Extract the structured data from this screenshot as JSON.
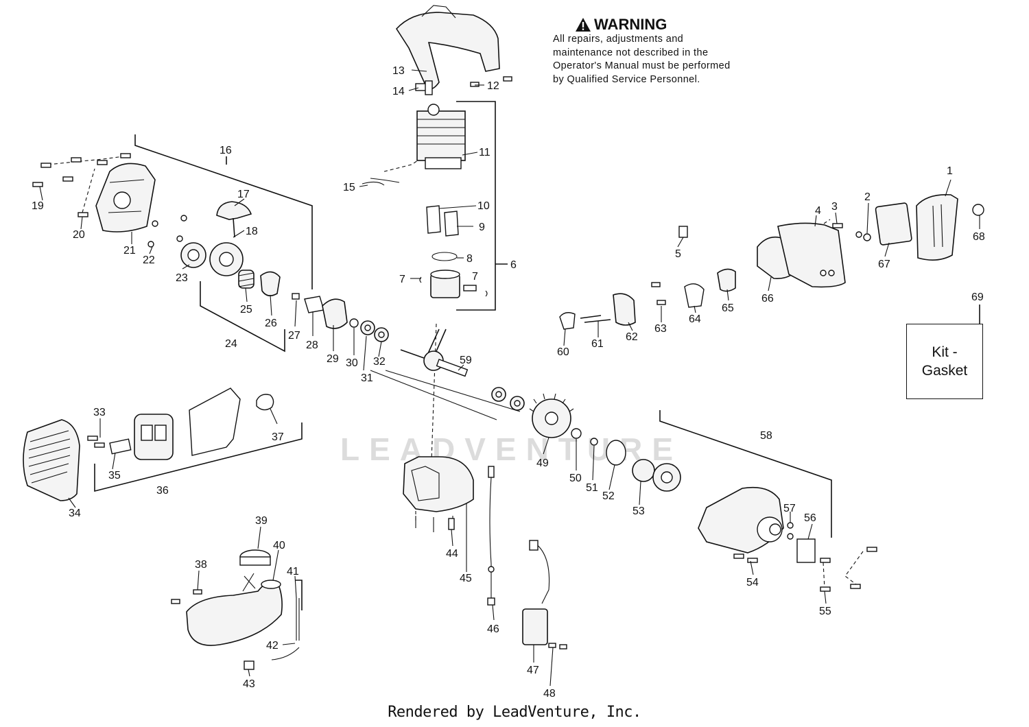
{
  "warning": {
    "title": "WARNING",
    "body": "All repairs, adjustments and maintenance not described in the Operator's Manual must be performed by Qualified Service Personnel."
  },
  "kit_box": {
    "line1": "Kit -",
    "line2": "Gasket"
  },
  "watermark": "LEADVENTURE",
  "footer": "Rendered by LeadVenture, Inc.",
  "callouts": {
    "c1": "1",
    "c2": "2",
    "c3": "3",
    "c4": "4",
    "c5": "5",
    "c6": "6",
    "c7a": "7",
    "c7b": "7",
    "c8": "8",
    "c9": "9",
    "c10": "10",
    "c11": "11",
    "c12": "12",
    "c13": "13",
    "c14": "14",
    "c15": "15",
    "c16": "16",
    "c17": "17",
    "c18": "18",
    "c19": "19",
    "c20": "20",
    "c21": "21",
    "c22": "22",
    "c23": "23",
    "c24": "24",
    "c25": "25",
    "c26": "26",
    "c27": "27",
    "c28": "28",
    "c29": "29",
    "c30": "30",
    "c31": "31",
    "c32": "32",
    "c33": "33",
    "c34": "34",
    "c35": "35",
    "c36": "36",
    "c37": "37",
    "c38": "38",
    "c39": "39",
    "c40": "40",
    "c41": "41",
    "c42": "42",
    "c43": "43",
    "c44": "44",
    "c45": "45",
    "c46": "46",
    "c47": "47",
    "c48": "48",
    "c49": "49",
    "c50": "50",
    "c51": "51",
    "c52": "52",
    "c53": "53",
    "c54": "54",
    "c55": "55",
    "c56": "56",
    "c57": "57",
    "c58": "58",
    "c59": "59",
    "c60": "60",
    "c61": "61",
    "c62": "62",
    "c63": "63",
    "c64": "64",
    "c65": "65",
    "c66": "66",
    "c67": "67",
    "c68": "68",
    "c69": "69"
  }
}
